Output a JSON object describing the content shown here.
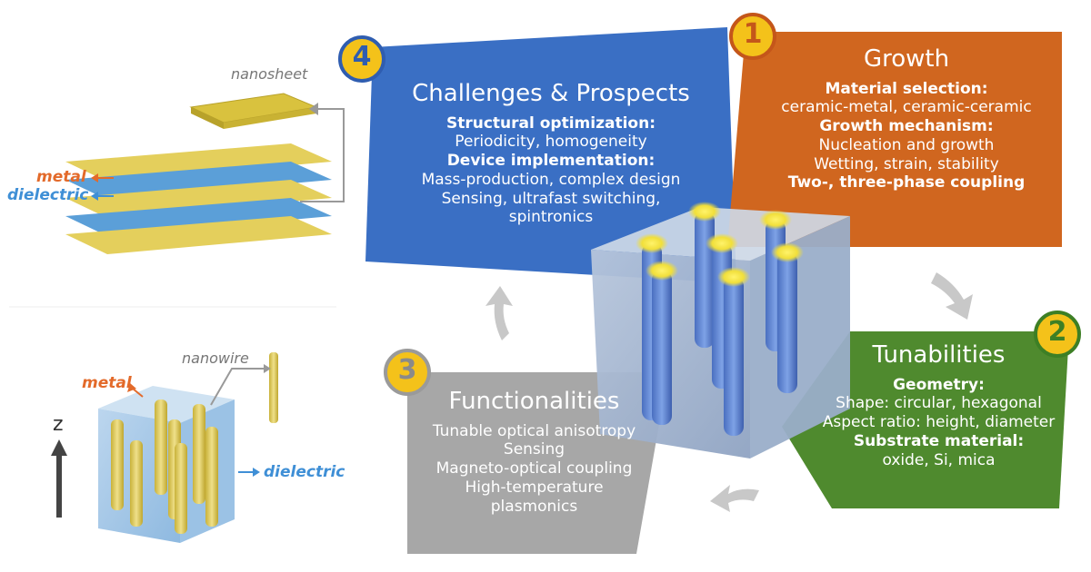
{
  "left_panel": {
    "nanosheet_label": "nanosheet",
    "nanowire_label": "nanowire",
    "metal_label_top": "metal",
    "dielectric_label_top": "dielectric",
    "metal_label_bottom": "metal",
    "dielectric_label_bottom": "dielectric",
    "axis_label": "z"
  },
  "panels": {
    "growth": {
      "number": "1",
      "title": "Growth",
      "lines": [
        {
          "text": "Material selection:",
          "bold": true
        },
        {
          "text": "ceramic-metal, ceramic-ceramic",
          "bold": false
        },
        {
          "text": "Growth mechanism:",
          "bold": true
        },
        {
          "text": "Nucleation and growth",
          "bold": false
        },
        {
          "text": "Wetting, strain, stability",
          "bold": false
        },
        {
          "text": "Two-, three-phase coupling",
          "bold": true
        }
      ],
      "color": "#d0661f"
    },
    "tunabilities": {
      "number": "2",
      "title": "Tunabilities",
      "lines": [
        {
          "text": "Geometry:",
          "bold": true
        },
        {
          "text": "Shape: circular, hexagonal",
          "bold": false
        },
        {
          "text": "Aspect ratio: height, diameter",
          "bold": false
        },
        {
          "text": "Substrate material:",
          "bold": true
        },
        {
          "text": "oxide, Si, mica",
          "bold": false
        }
      ],
      "color": "#4f8a2e"
    },
    "functionalities": {
      "number": "3",
      "title": "Functionalities",
      "lines": [
        {
          "text": "Tunable optical anisotropy",
          "bold": false
        },
        {
          "text": "Sensing",
          "bold": false
        },
        {
          "text": "Magneto-optical coupling",
          "bold": false
        },
        {
          "text": "High-temperature",
          "bold": false
        },
        {
          "text": "plasmonics",
          "bold": false
        }
      ],
      "color": "#a7a7a7"
    },
    "challenges": {
      "number": "4",
      "title": "Challenges & Prospects",
      "lines": [
        {
          "text": "Structural optimization:",
          "bold": true
        },
        {
          "text": "Periodicity, homogeneity",
          "bold": false
        },
        {
          "text": "Device implementation:",
          "bold": true
        },
        {
          "text": "Mass-production, complex design",
          "bold": false
        },
        {
          "text": "Sensing, ultrafast switching,",
          "bold": false
        },
        {
          "text": "spintronics",
          "bold": false
        }
      ],
      "color": "#3a6fc4"
    }
  },
  "colors": {
    "gold": "#d9c23e",
    "blue_layer": "#5b9fd8",
    "badge_fill": "#f4c21a",
    "badge_ring_blue": "#2f5db0",
    "badge_ring_green": "#3d7f25",
    "badge_ring_gray": "#9a9a9a",
    "badge_ring_orange": "#c4561a"
  }
}
